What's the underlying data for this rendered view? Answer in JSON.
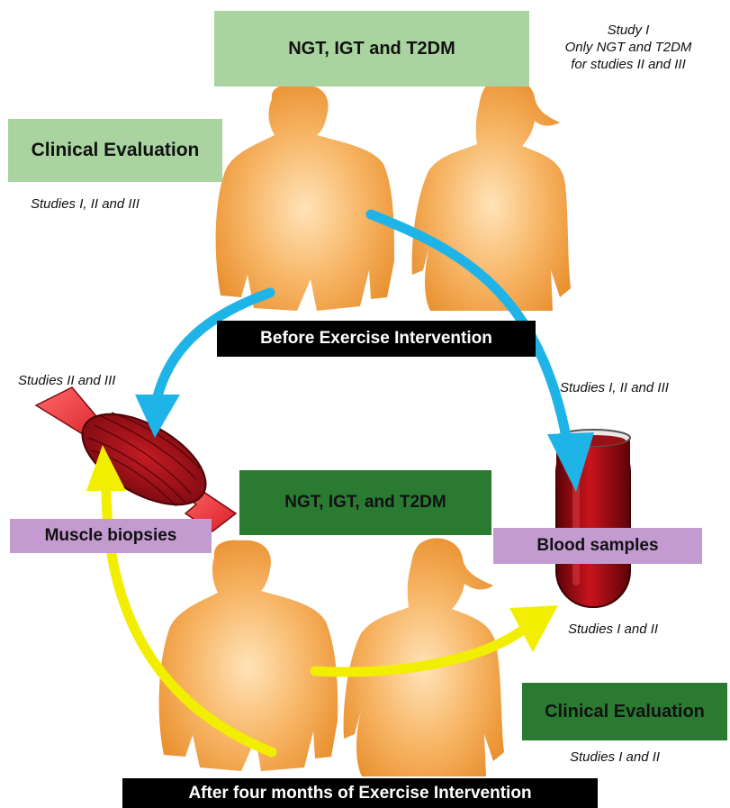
{
  "labels": {
    "top_group": "NGT, IGT and T2DM",
    "top_study_line1": "Study I",
    "top_study_line2": "Only NGT and T2DM",
    "top_study_line3": "for studies II and III",
    "clinical_eval_top": "Clinical Evaluation",
    "clinical_eval_top_studies": "Studies I, II and III",
    "before_bar": "Before Exercise Intervention",
    "muscle_studies": "Studies II and III",
    "blood_studies_top": "Studies I, II and III",
    "bottom_group": "NGT, IGT, and T2DM",
    "muscle_biopsies": "Muscle biopsies",
    "blood_samples": "Blood samples",
    "blood_studies_bottom": "Studies I and II",
    "clinical_eval_bottom": "Clinical Evaluation",
    "clinical_eval_bottom_studies": "Studies I and II",
    "after_bar": "After four months of Exercise Intervention"
  },
  "colors": {
    "skin": "#f5a54c",
    "skin_highlight": "#ffd9a3",
    "arrow_blue": "#1fb4e8",
    "arrow_yellow": "#f2ee00",
    "muscle_red": "#b3121b",
    "blood_red": "#8e0e14",
    "light_green": "#a9d4a0",
    "dark_green": "#2a7a31",
    "lavender": "#c39bd0"
  },
  "icons": [
    "male-figure-icon",
    "female-figure-icon",
    "muscle-icon",
    "blood-tube-icon",
    "arrow-icon"
  ]
}
